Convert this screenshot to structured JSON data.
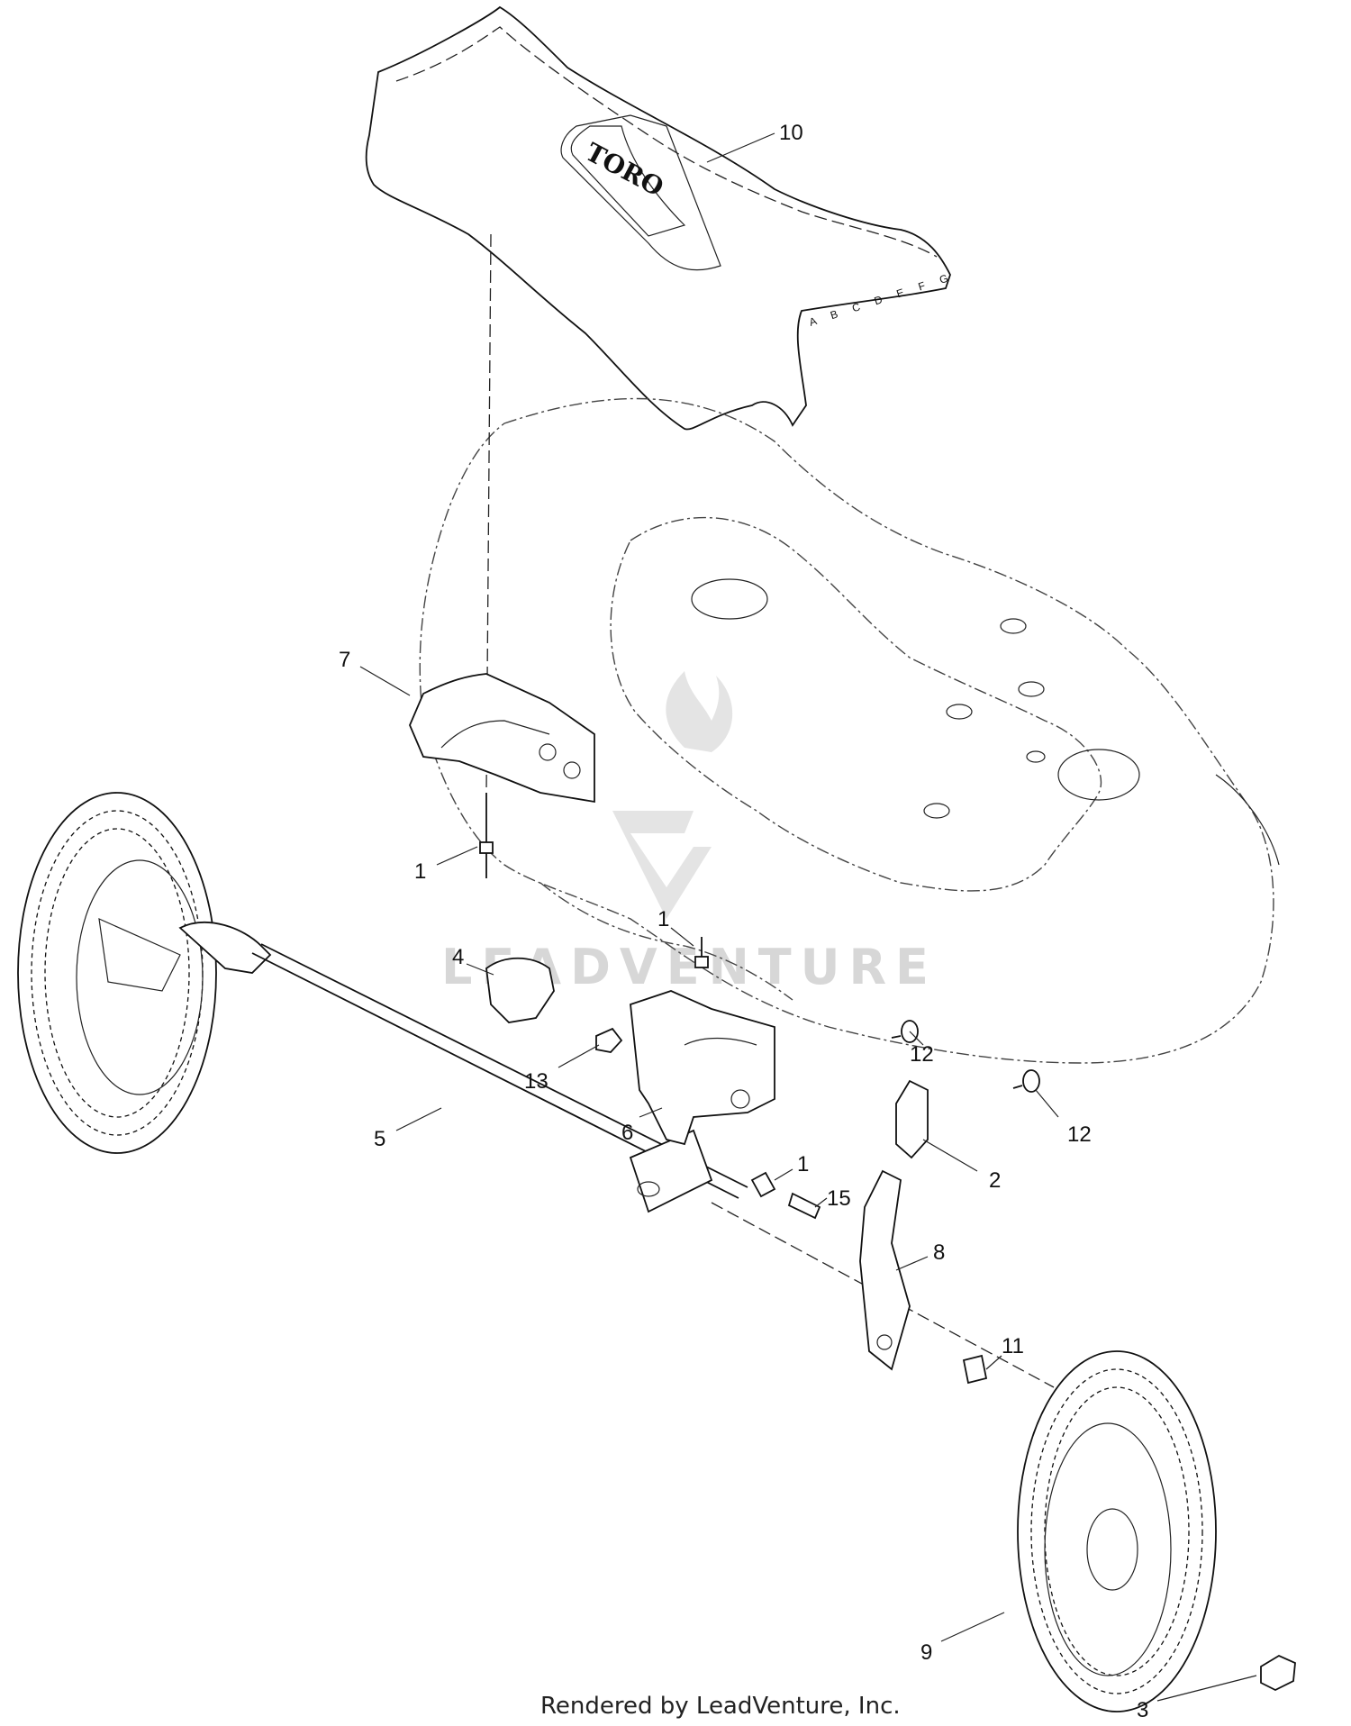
{
  "diagram": {
    "callouts": [
      {
        "id": "c10",
        "label": "10"
      },
      {
        "id": "c7",
        "label": "7"
      },
      {
        "id": "c1a",
        "label": "1"
      },
      {
        "id": "c1b",
        "label": "1"
      },
      {
        "id": "c4",
        "label": "4"
      },
      {
        "id": "c13",
        "label": "13"
      },
      {
        "id": "c12a",
        "label": "12"
      },
      {
        "id": "c12b",
        "label": "12"
      },
      {
        "id": "c5",
        "label": "5"
      },
      {
        "id": "c6",
        "label": "6"
      },
      {
        "id": "c1c",
        "label": "1"
      },
      {
        "id": "c15",
        "label": "15"
      },
      {
        "id": "c2",
        "label": "2"
      },
      {
        "id": "c8",
        "label": "8"
      },
      {
        "id": "c11",
        "label": "11"
      },
      {
        "id": "c9",
        "label": "9"
      },
      {
        "id": "c3",
        "label": "3"
      }
    ],
    "logo_text": "TORO",
    "height_marks": "A B C D E F G",
    "watermark": "LEADVENTURE",
    "footer": "Rendered by LeadVenture, Inc."
  },
  "colors": {
    "line": "#111111",
    "background": "#ffffff",
    "watermark": "#d7d7d7"
  }
}
